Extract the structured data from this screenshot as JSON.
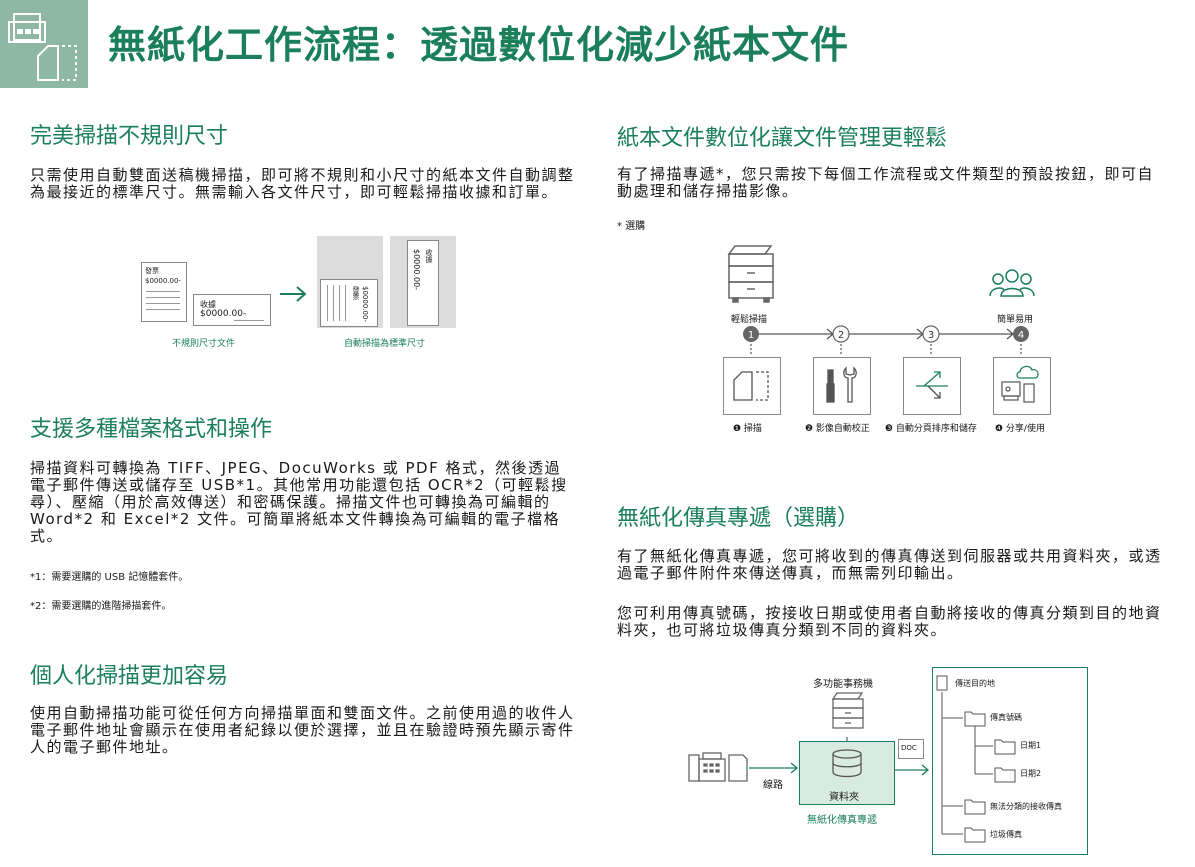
{
  "header": {
    "title": "無紙化工作流程：透過數位化減少紙本文件",
    "icon": "scanner-document-icon",
    "accent_color": "#1a7f5a",
    "icon_bg_color": "#8fb8a4"
  },
  "sections": {
    "irregular": {
      "title": "完美掃描不規則尺寸",
      "body": "只需使用自動雙面送稿機掃描，即可將不規則和小尺寸的紙本文件自動調整為最接近的標準尺寸。無需輸入各文件尺寸，即可輕鬆掃描收據和訂單。",
      "doc1_title": "發票",
      "doc1_amount": "$0000.00-",
      "doc2_title": "收據",
      "doc2_amount": "$0000.00-",
      "rot_doc1_title": "發票",
      "rot_doc1_amount": "$0000.00-",
      "rot_doc2_title": "收據",
      "rot_doc2_amount": "$0000.00-",
      "caption_left": "不規則尺寸文件",
      "caption_right": "自動掃描為標準尺寸"
    },
    "formats": {
      "title": "支援多種檔案格式和操作",
      "body": "掃描資料可轉換為 TIFF、JPEG、DocuWorks 或 PDF 格式，然後透過電子郵件傳送或儲存至 USB*1。其他常用功能還包括 OCR*2（可輕鬆搜尋）、壓縮（用於高效傳送）和密碼保護。掃描文件也可轉換為可編輯的 Word*2 和 Excel*2 文件。可簡單將紙本文件轉換為可編輯的電子檔格式。",
      "note1": "*1：需要選購的 USB 記憶體套件。",
      "note2": "*2：需要選購的進階掃描套件。"
    },
    "personal": {
      "title": "個人化掃描更加容易",
      "body": "使用自動掃描功能可從任何方向掃描單面和雙面文件。之前使用過的收件人電子郵件地址會顯示在使用者紀錄以便於選擇，並且在驗證時預先顯示寄件人的電子郵件地址。"
    },
    "digitize": {
      "title": "紙本文件數位化讓文件管理更輕鬆",
      "body": "有了掃描專遞*，您只需按下每個工作流程或文件類型的預設按鈕，即可自動處理和儲存掃描影像。",
      "note": "* 選購",
      "label_easy_scan": "輕鬆掃描",
      "label_easy_use": "簡單易用",
      "steps": [
        {
          "num": "1",
          "label": "❶ 掃描",
          "icon": "scan-icon"
        },
        {
          "num": "2",
          "label": "❷ 影像自動校正",
          "icon": "tools-icon"
        },
        {
          "num": "3",
          "label": "❸ 自動分頁排序和儲存",
          "icon": "sort-arrows-icon"
        },
        {
          "num": "4",
          "label": "❹ 分享/使用",
          "icon": "devices-cloud-icon"
        }
      ]
    },
    "fax": {
      "title": "無紙化傳真專遞（選購）",
      "body1": "有了無紙化傳真專遞，您可將收到的傳真傳送到伺服器或共用資料夾，或透過電子郵件附件來傳送傳真，而無需列印輸出。",
      "body2": "您可利用傳真號碼，按接收日期或使用者自動將接收的傳真分類到目的地資料夾，也可將垃圾傳真分類到不同的資料夾。",
      "label_mfp": "多功能事務機",
      "label_line": "線路",
      "label_folder": "資料夾",
      "label_service": "無紙化傳真專遞",
      "label_doc": "DOC",
      "tree": {
        "root": "傳送目的地",
        "fax_number": "傳真號碼",
        "date1": "日期1",
        "date2": "日期2",
        "unsorted": "無法分類的接收傳真",
        "junk": "垃圾傳真"
      }
    }
  }
}
